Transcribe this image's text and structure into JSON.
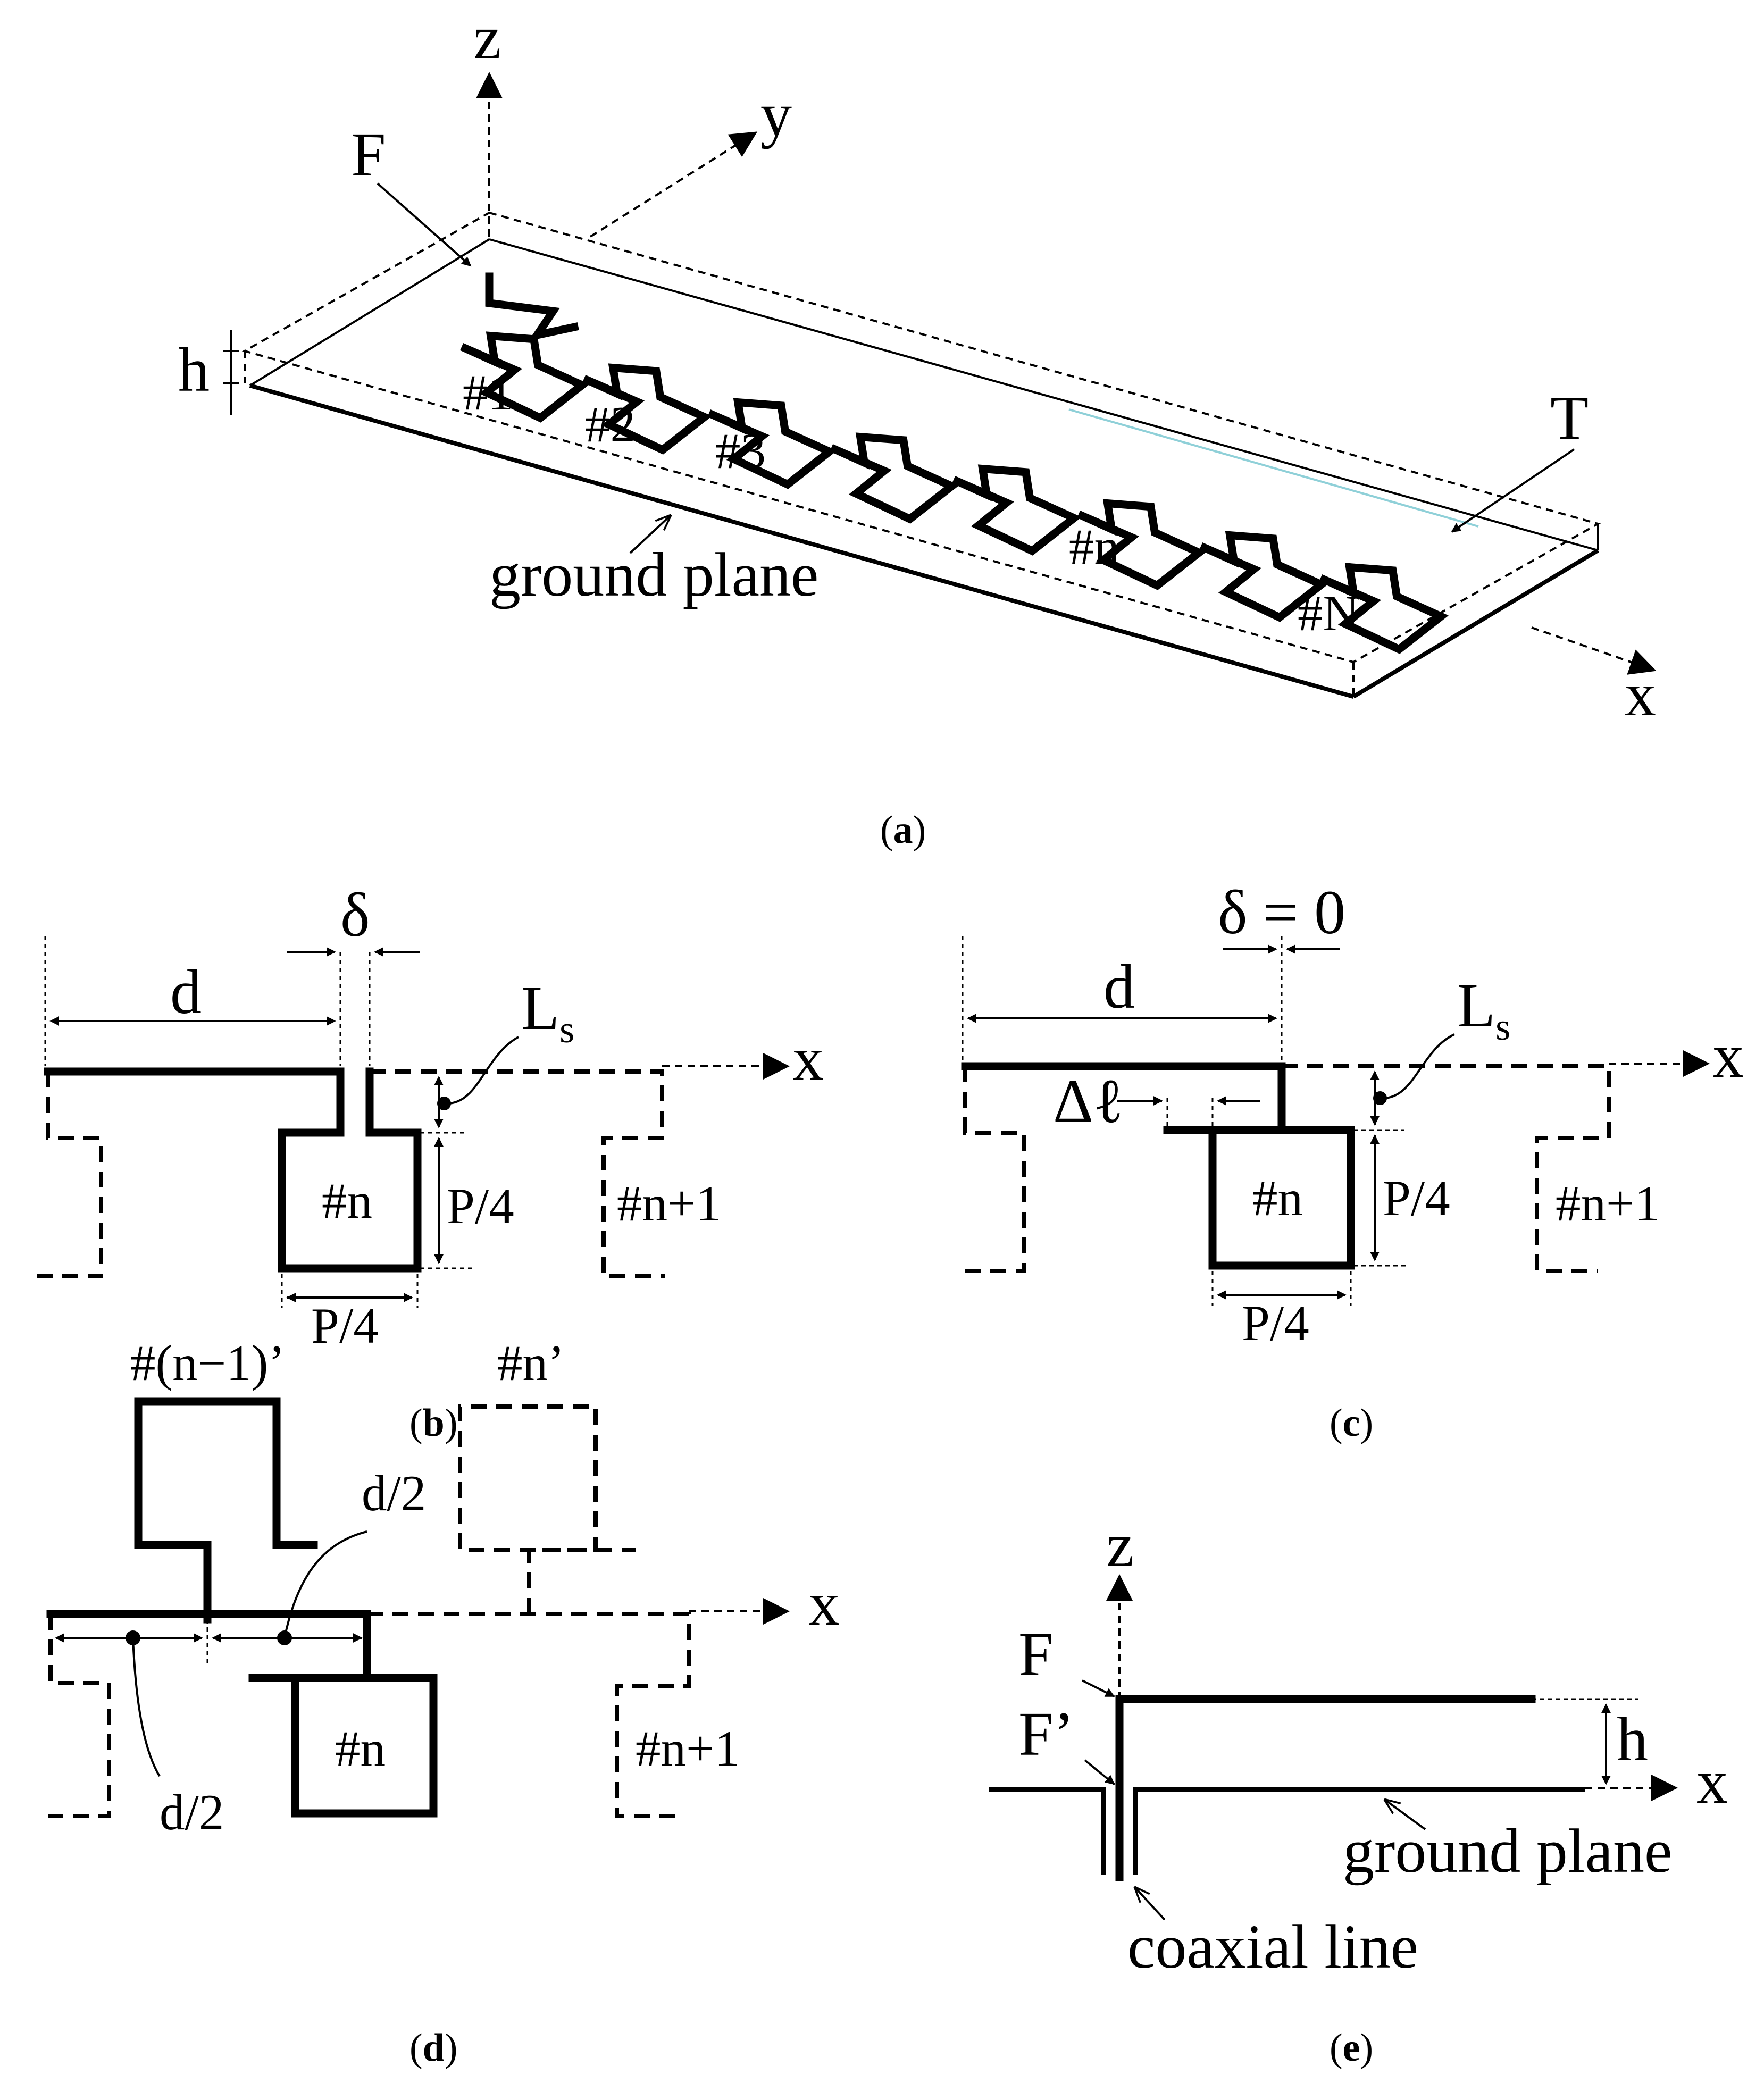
{
  "panel_a": {
    "z": "z",
    "y": "y",
    "x": "x",
    "F": "F",
    "T": "T",
    "h": "h",
    "elements": [
      "#1",
      "#2",
      "#3",
      "#n",
      "#N"
    ],
    "ground_plane": "ground plane",
    "caption": "a"
  },
  "panel_b": {
    "delta": "δ",
    "d": "d",
    "Ls_main": "L",
    "Ls_sub": "s",
    "x": "x",
    "n": "#n",
    "n1": "#n+1",
    "p4_v": "P/4",
    "p4_h": "P/4",
    "caption": "b"
  },
  "panel_c": {
    "delta_zero": "δ = 0",
    "d": "d",
    "dl": "Δℓ",
    "Ls_main": "L",
    "Ls_sub": "s",
    "x": "x",
    "n": "#n",
    "n1": "#n+1",
    "p4_v": "P/4",
    "p4_h": "P/4",
    "caption": "c"
  },
  "panel_d": {
    "n_minus_1p": "#(n−1)’",
    "n_p": "#n’",
    "d2_upper": "d/2",
    "d2_lower": "d/2",
    "x": "x",
    "n": "#n",
    "n1": "#n+1",
    "caption": "d"
  },
  "panel_e": {
    "z": "z",
    "F": "F",
    "Fp": "F’",
    "h": "h",
    "x": "x",
    "ground_plane": "ground plane",
    "coaxial": "coaxial line",
    "caption": "e"
  }
}
